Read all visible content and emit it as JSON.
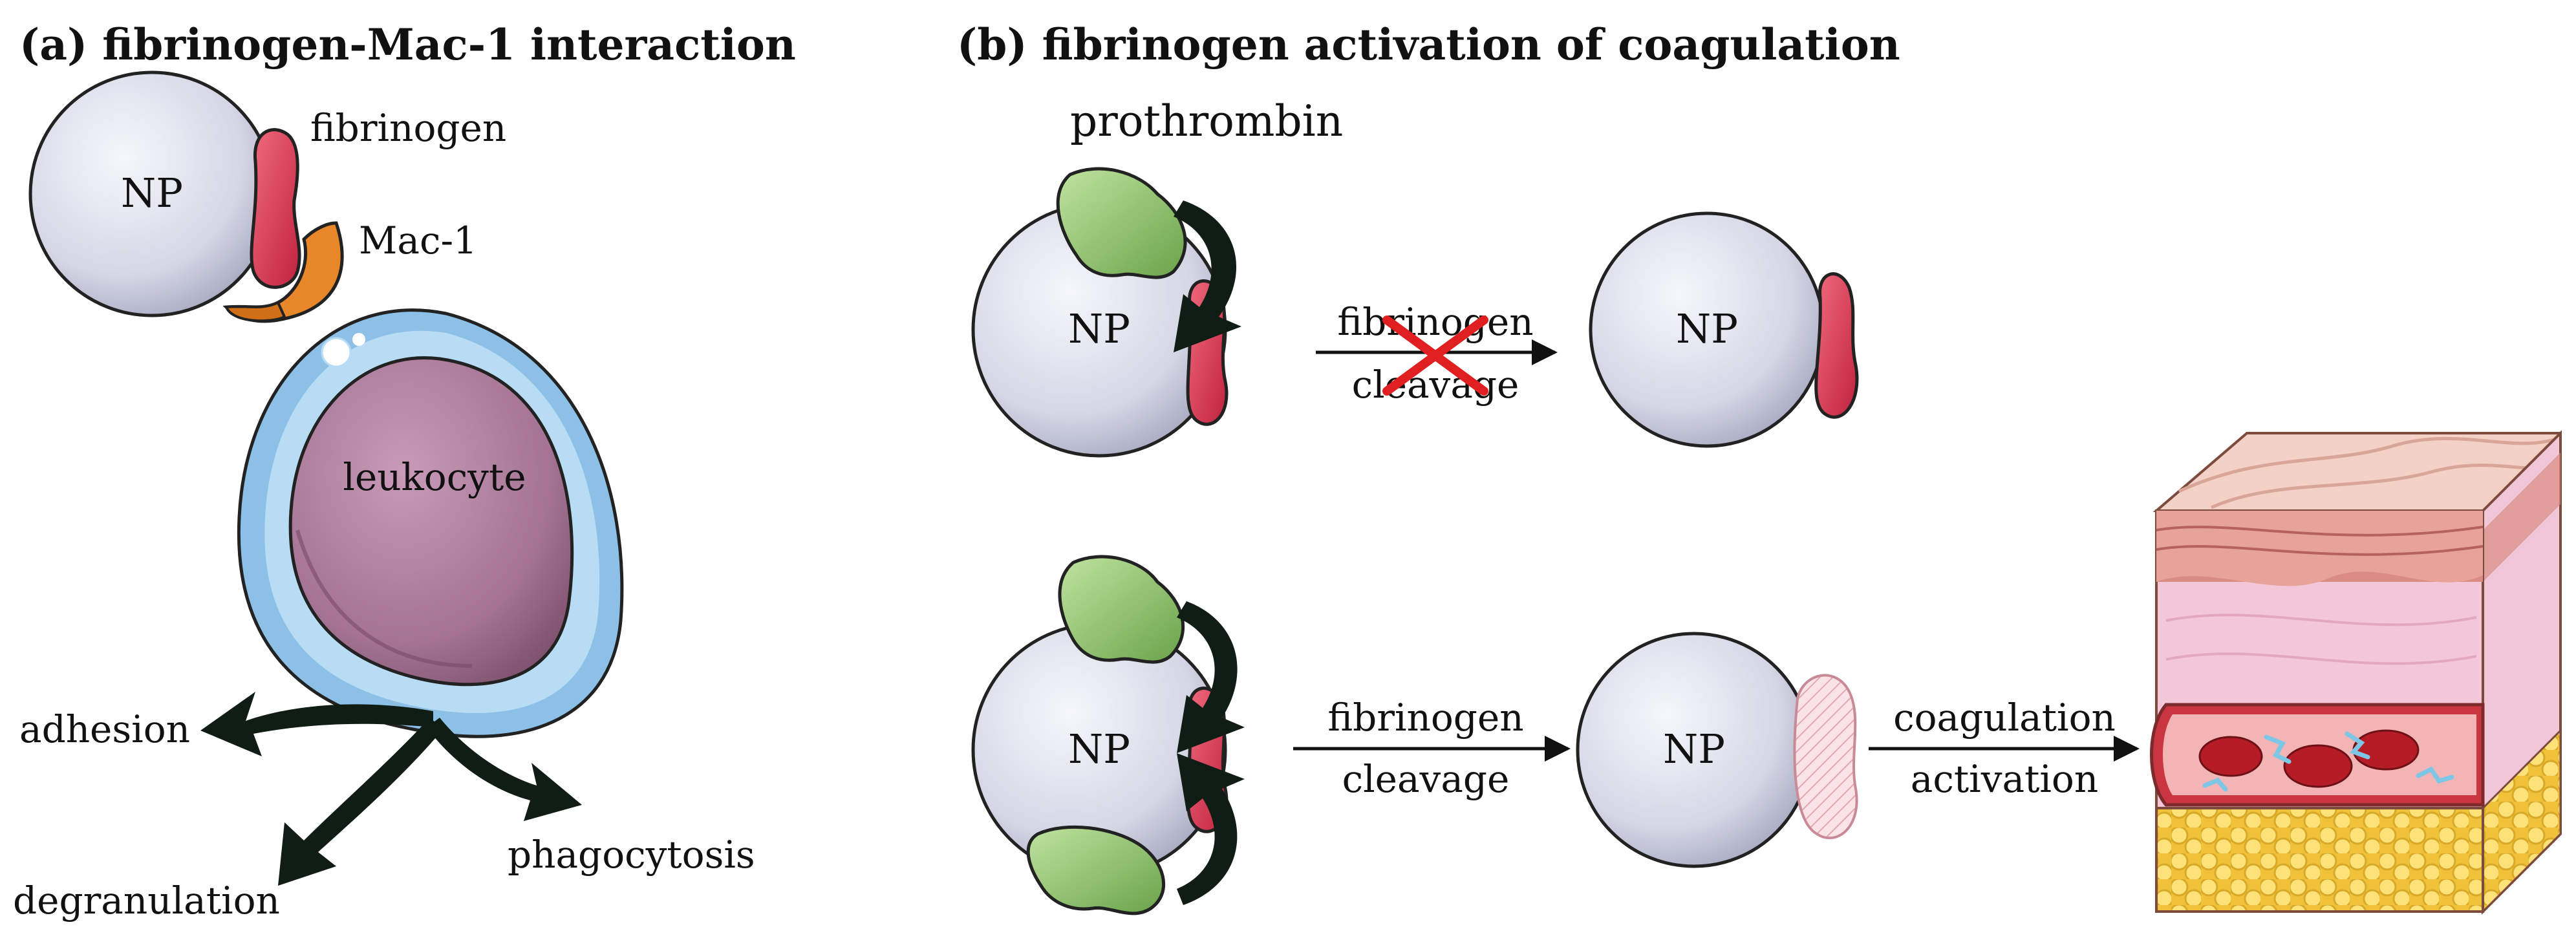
{
  "panel_a": {
    "title": "(a) fibrinogen-Mac-1 interaction",
    "np_label": "NP",
    "fibrinogen_label": "fibrinogen",
    "mac1_label": "Mac-1",
    "leukocyte_label": "leukocyte",
    "outcomes": {
      "adhesion": "adhesion",
      "degranulation": "degranulation",
      "phagocytosis": "phagocytosis"
    }
  },
  "panel_b": {
    "title": "(b) fibrinogen activation of coagulation",
    "prothrombin_label": "prothrombin",
    "np_label": "NP",
    "top_row": {
      "arrow_line1": "fibrinogen",
      "arrow_line2": "cleavage",
      "blocked": true
    },
    "bottom_row": {
      "arrow1_line1": "fibrinogen",
      "arrow1_line2": "cleavage",
      "arrow2_line1": "coagulation",
      "arrow2_line2": "activation"
    }
  },
  "colors": {
    "np_fill": "#d9dbe8",
    "fibrinogen": "#d8304c",
    "mac1": "#e8862a",
    "leukocyte_nucleus": "#a57596",
    "leukocyte_membrane": "#8cc0e6",
    "prothrombin": "#8fc46a",
    "blocked_x": "#e02020",
    "arrow_dark": "#0f1d14"
  }
}
